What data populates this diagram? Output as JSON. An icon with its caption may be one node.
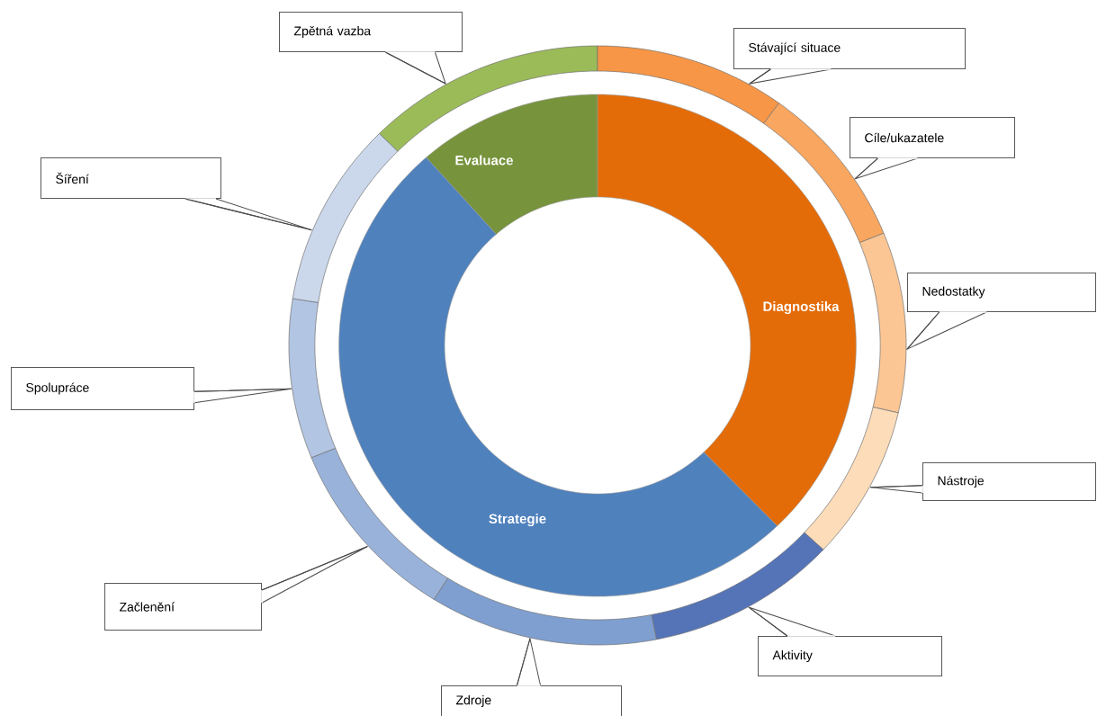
{
  "diagram": {
    "nodes": [
      {
        "text": [
          "Zpětná vazba"
        ]
      },
      {
        "text": [
          "Stávající situace"
        ]
      },
      {
        "text": [
          "Cíle/ukazatele"
        ]
      },
      {
        "text": [
          "Šíření"
        ]
      },
      {
        "text": [
          "Evaluace"
        ]
      },
      {
        "text": [
          "Nedostatky"
        ]
      },
      {
        "text": [
          "Diagnostika"
        ]
      },
      {
        "text": [
          "Spolupráce"
        ]
      },
      {
        "text": [
          "Nástroje"
        ]
      },
      {
        "text": [
          "Strategie"
        ]
      },
      {
        "text": [
          "Začlenění"
        ]
      },
      {
        "text": [
          "Aktivity"
        ]
      },
      {
        "text": [
          "Zdroje"
        ]
      },
      {
        "text": [],
        "shape": "arc"
      },
      {
        "text": [],
        "shape": "arc"
      },
      {
        "text": [],
        "shape": "arc"
      },
      {
        "text": [],
        "shape": "arc"
      },
      {
        "text": [],
        "shape": "arc"
      },
      {
        "text": [],
        "shape": "arc"
      },
      {
        "text": [],
        "shape": "arc"
      },
      {
        "text": [],
        "shape": "arc"
      },
      {
        "text": [],
        "shape": "arc"
      },
      {
        "text": [],
        "shape": "arc"
      }
    ],
    "edges": [
      {
        "from": 0,
        "to": 13,
        "arrow": "none"
      },
      {
        "from": 1,
        "to": 14,
        "arrow": "none"
      },
      {
        "from": 2,
        "to": 15,
        "arrow": "none"
      },
      {
        "from": 3,
        "to": 22,
        "arrow": "none"
      },
      {
        "from": 5,
        "to": 16,
        "arrow": "none"
      },
      {
        "from": 7,
        "to": 21,
        "arrow": "none"
      },
      {
        "from": 8,
        "to": 17,
        "arrow": "none"
      },
      {
        "from": 10,
        "to": 20,
        "arrow": "none"
      },
      {
        "from": 11,
        "to": 18,
        "arrow": "none"
      },
      {
        "from": 12,
        "to": 19,
        "arrow": "none"
      }
    ]
  }
}
